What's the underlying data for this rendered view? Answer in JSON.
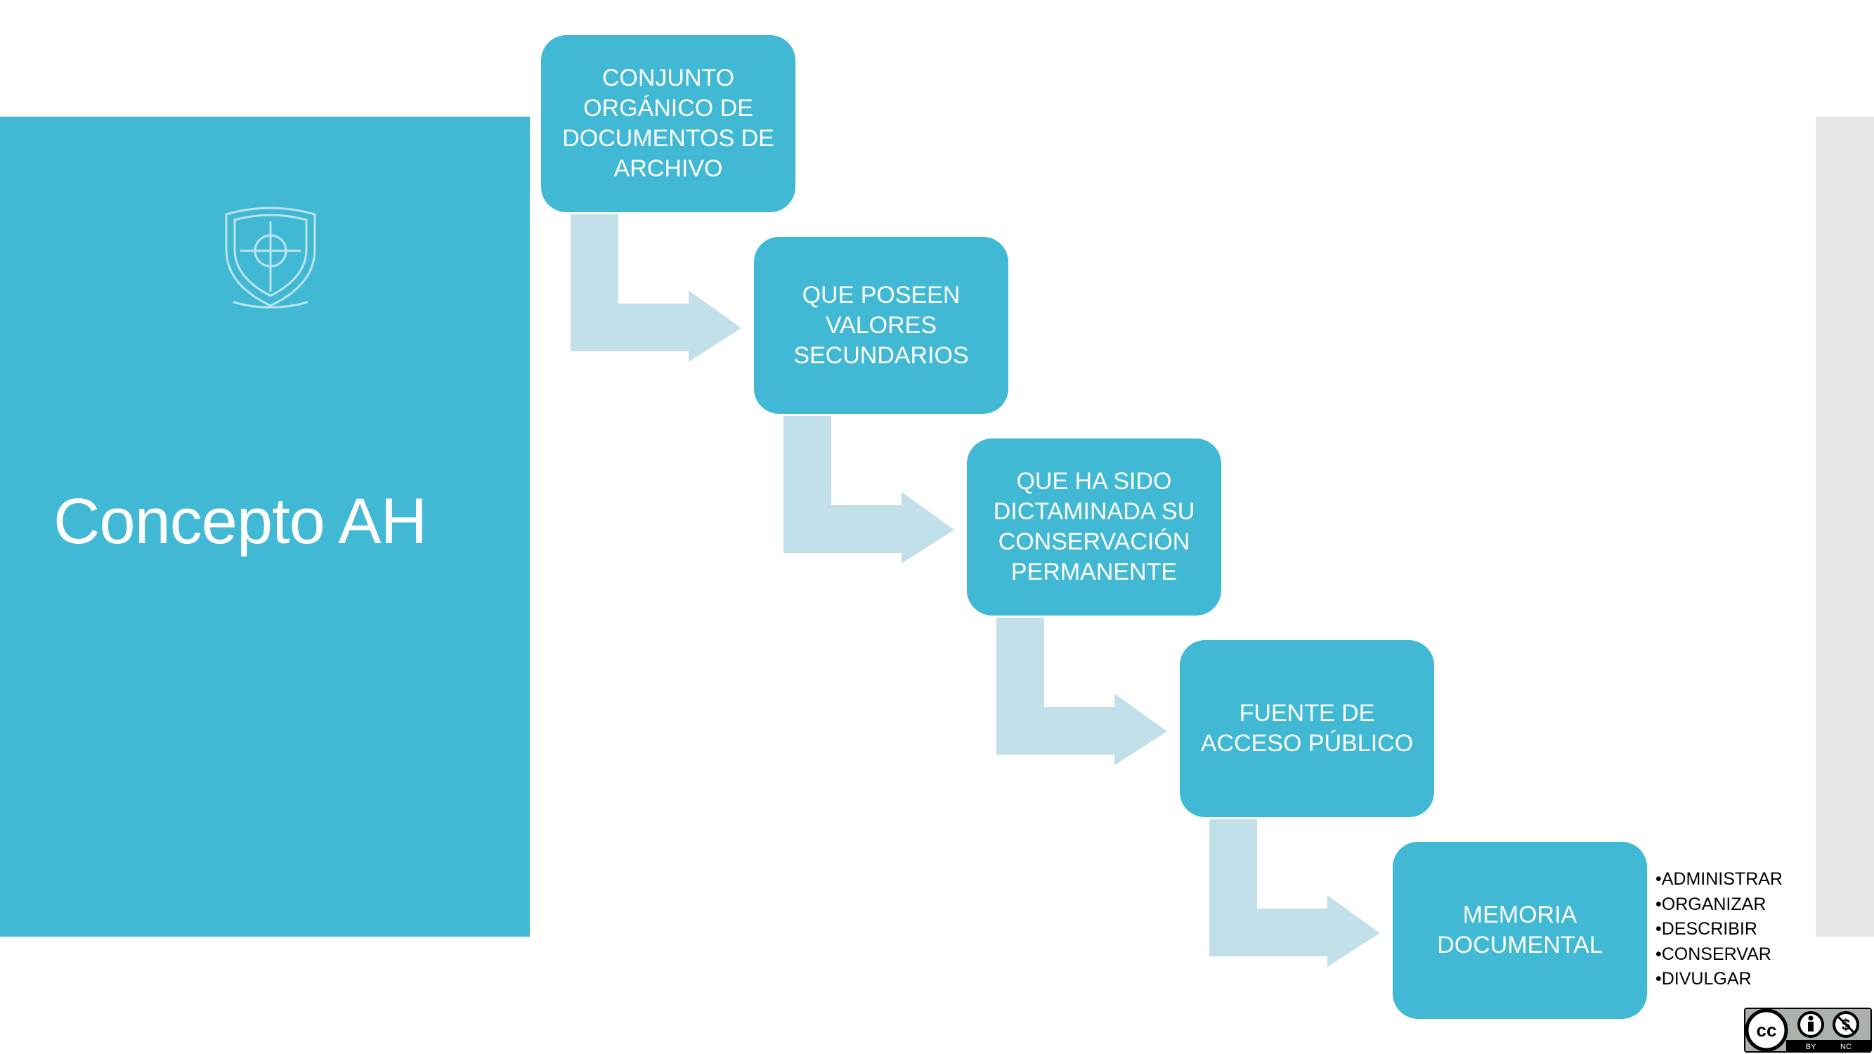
{
  "slide": {
    "title": "Concepto AH",
    "steps": [
      {
        "label": "CONJUNTO\nORGÁNICO DE\nDOCUMENTOS DE\nARCHIVO"
      },
      {
        "label": "QUE POSEEN\nVALORES\nSECUNDARIOS"
      },
      {
        "label": "QUE HA SIDO\nDICTAMINADA SU\nCONSERVACIÓN\nPERMANENTE"
      },
      {
        "label": "FUENTE DE\nACCESO PÚBLICO"
      },
      {
        "label": "MEMORIA\nDOCUMENTAL"
      }
    ],
    "functions": [
      "•ADMINISTRAR",
      "•ORGANIZAR",
      "•DESCRIBIR",
      "•CONSERVAR",
      "•DIVULGAR"
    ]
  },
  "license_badge": {
    "text": [
      "BY",
      "NC"
    ],
    "icon": "creative-commons-by-nc-icon"
  },
  "logo": {
    "icon": "university-shield-logo"
  },
  "colors": {
    "panel": "#41b8d4",
    "arrow": "#c2e0ea",
    "strip": "#e6e6e6"
  }
}
